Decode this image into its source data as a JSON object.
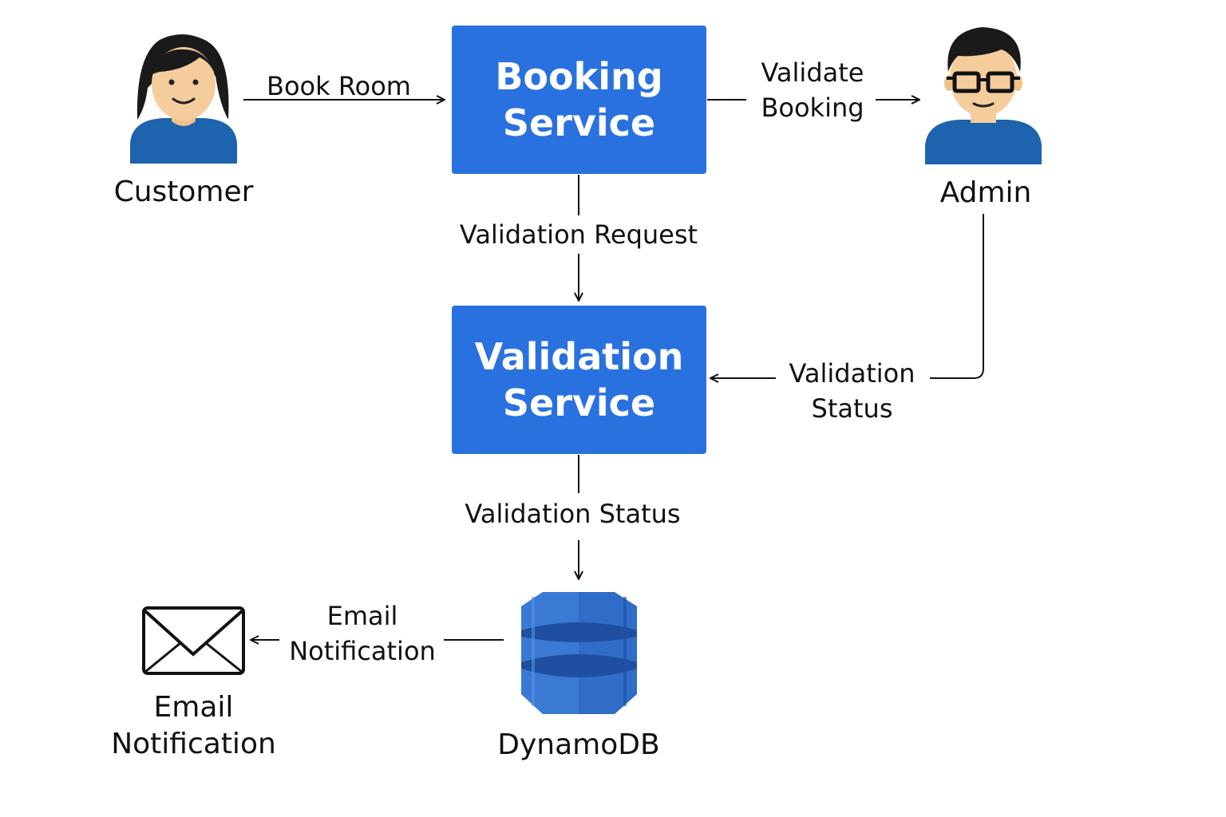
{
  "nodes": {
    "customer": {
      "label": "Customer"
    },
    "admin": {
      "label": "Admin"
    },
    "booking_service": {
      "line1": "Booking",
      "line2": "Service"
    },
    "validation_service": {
      "line1": "Validation",
      "line2": "Service"
    },
    "dynamodb": {
      "label": "DynamoDB"
    },
    "email": {
      "line1": "Email",
      "line2": "Notification"
    }
  },
  "edges": {
    "book_room": "Book Room",
    "validate_booking": {
      "line1": "Validate",
      "line2": "Booking"
    },
    "validation_request": "Validation Request",
    "admin_status": {
      "line1": "Validation",
      "line2": "Status"
    },
    "validation_status": "Validation Status",
    "email_notification": {
      "line1": "Email",
      "line2": "Notification"
    }
  },
  "colors": {
    "service_box": "#2a71e0",
    "person_shirt": "#1d63ad",
    "skin": "#f5cd9c",
    "hair": "#1a1a1a",
    "dynamo_light": "#3f7fd6",
    "dynamo_dark": "#1f4fa0"
  },
  "icons": [
    "customer-icon",
    "admin-icon",
    "dynamodb-icon",
    "envelope-icon"
  ]
}
